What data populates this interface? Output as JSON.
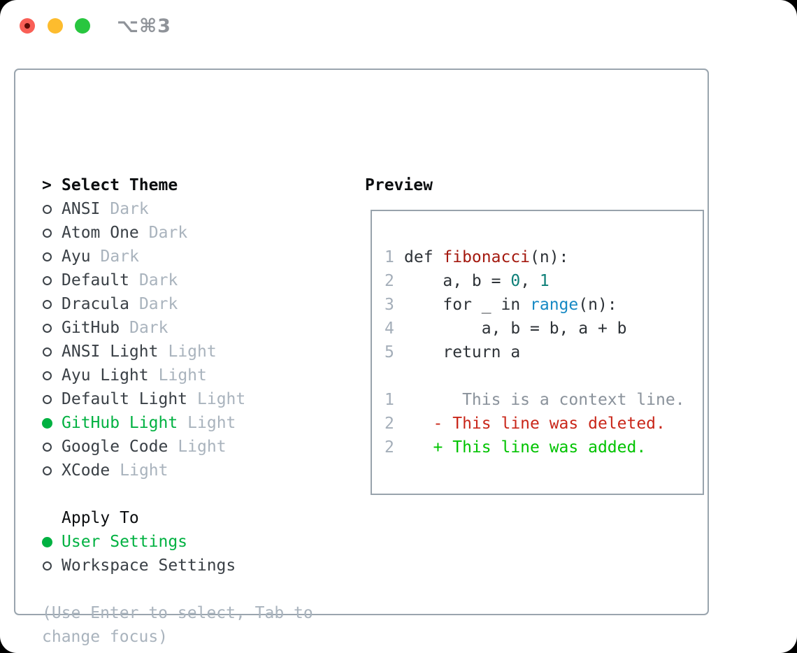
{
  "window": {
    "shortcut_label": "⌥⌘3"
  },
  "left": {
    "header": {
      "marker": ">",
      "label": "Select Theme"
    },
    "themes": [
      {
        "name": "ANSI",
        "tag": "Dark",
        "selected": false
      },
      {
        "name": "Atom One",
        "tag": "Dark",
        "selected": false
      },
      {
        "name": "Ayu",
        "tag": "Dark",
        "selected": false
      },
      {
        "name": "Default",
        "tag": "Dark",
        "selected": false
      },
      {
        "name": "Dracula",
        "tag": "Dark",
        "selected": false
      },
      {
        "name": "GitHub",
        "tag": "Dark",
        "selected": false
      },
      {
        "name": "ANSI Light",
        "tag": "Light",
        "selected": false
      },
      {
        "name": "Ayu Light",
        "tag": "Light",
        "selected": false
      },
      {
        "name": "Default Light",
        "tag": "Light",
        "selected": false
      },
      {
        "name": "GitHub Light",
        "tag": "Light",
        "selected": true
      },
      {
        "name": "Google Code",
        "tag": "Light",
        "selected": false
      },
      {
        "name": "XCode",
        "tag": "Light",
        "selected": false
      }
    ],
    "apply_header": "Apply To",
    "apply_options": [
      {
        "label": "User Settings",
        "selected": true
      },
      {
        "label": "Workspace Settings",
        "selected": false
      }
    ],
    "hint_lines": [
      "(Use Enter to select, Tab to",
      "change focus)"
    ]
  },
  "preview": {
    "title": "Preview",
    "lines": [
      {
        "num": "1",
        "segments": [
          {
            "t": "def ",
            "s": "plain"
          },
          {
            "t": "fibonacci",
            "s": "function"
          },
          {
            "t": "(n):",
            "s": "plain"
          }
        ]
      },
      {
        "num": "2",
        "segments": [
          {
            "t": "    a, b = ",
            "s": "plain"
          },
          {
            "t": "0",
            "s": "number"
          },
          {
            "t": ", ",
            "s": "plain"
          },
          {
            "t": "1",
            "s": "number"
          }
        ]
      },
      {
        "num": "3",
        "segments": [
          {
            "t": "    for _ in ",
            "s": "plain"
          },
          {
            "t": "range",
            "s": "builtin"
          },
          {
            "t": "(n):",
            "s": "plain"
          }
        ]
      },
      {
        "num": "4",
        "segments": [
          {
            "t": "        a, b = b, a + b",
            "s": "plain"
          }
        ]
      },
      {
        "num": "5",
        "segments": [
          {
            "t": "    return a",
            "s": "plain"
          }
        ]
      },
      {
        "num": "",
        "segments": []
      },
      {
        "num": "1",
        "segments": [
          {
            "t": "      This is a context line.",
            "s": "context"
          }
        ]
      },
      {
        "num": "2",
        "segments": [
          {
            "t": "   - This line was deleted.",
            "s": "deleted"
          }
        ]
      },
      {
        "num": "2",
        "segments": [
          {
            "t": "   + This line was added.",
            "s": "added"
          }
        ]
      }
    ]
  },
  "colors": {
    "light_red": "#f95f56",
    "light_red_dot": "#5e0c06",
    "light_yellow": "#fdbc2e",
    "light_green": "#28c63f",
    "title_gray": "#8f9399",
    "panel_border": "#9aa5ae",
    "box_border": "#98a3ac",
    "text_black": "#0c0e10",
    "text_dark": "#3a4046",
    "muted": "#a9b3bd",
    "circle_stroke": "#3d4349",
    "selection_green": "#00b141",
    "code_text": "#2d3237",
    "line_number": "#a4aeb9",
    "func_red": "#a4190f",
    "number_teal": "#0d7f78",
    "builtin_blue": "#1689c4",
    "context_gray": "#8a929b",
    "diff_del": "#c9271a",
    "diff_add": "#00c300"
  }
}
